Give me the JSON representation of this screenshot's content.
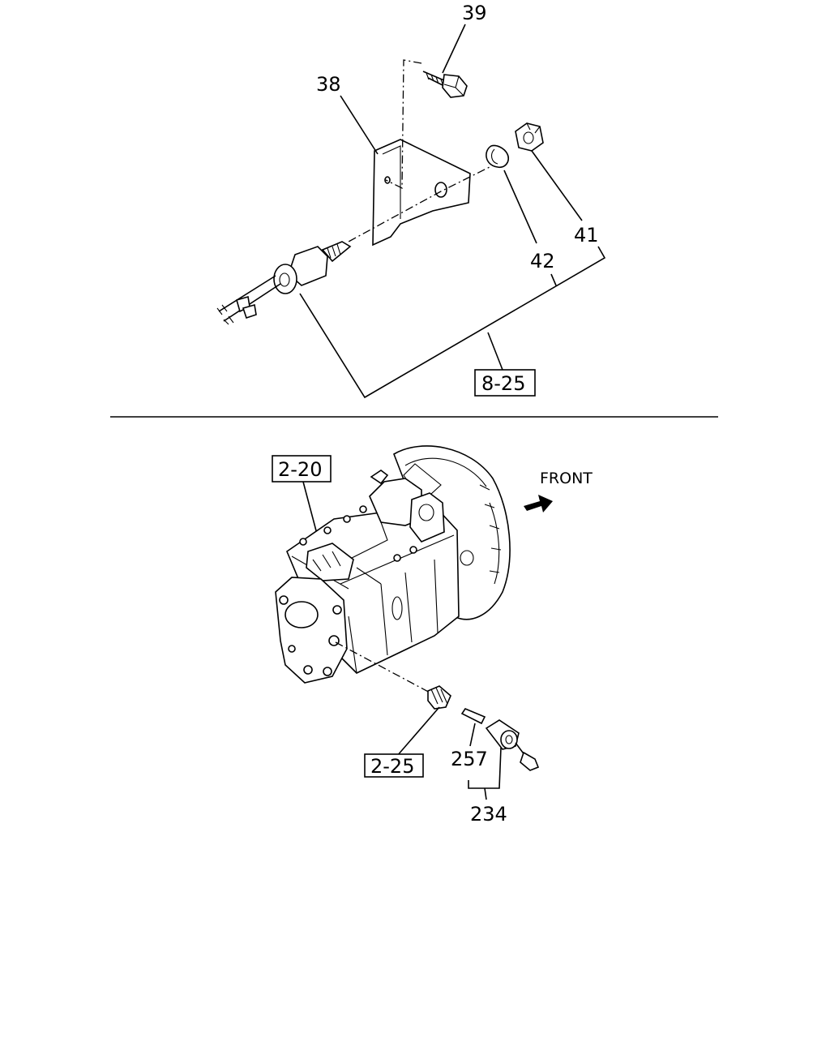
{
  "top_diagram": {
    "callouts": {
      "c39": "39",
      "c38": "38",
      "c41": "41",
      "c42": "42"
    },
    "ref_box": "8-25"
  },
  "bottom_diagram": {
    "ref_box_transmission": "2-20",
    "ref_box_switch": "2-25",
    "front_label": "FRONT",
    "callouts": {
      "c257": "257",
      "c234": "234"
    }
  }
}
